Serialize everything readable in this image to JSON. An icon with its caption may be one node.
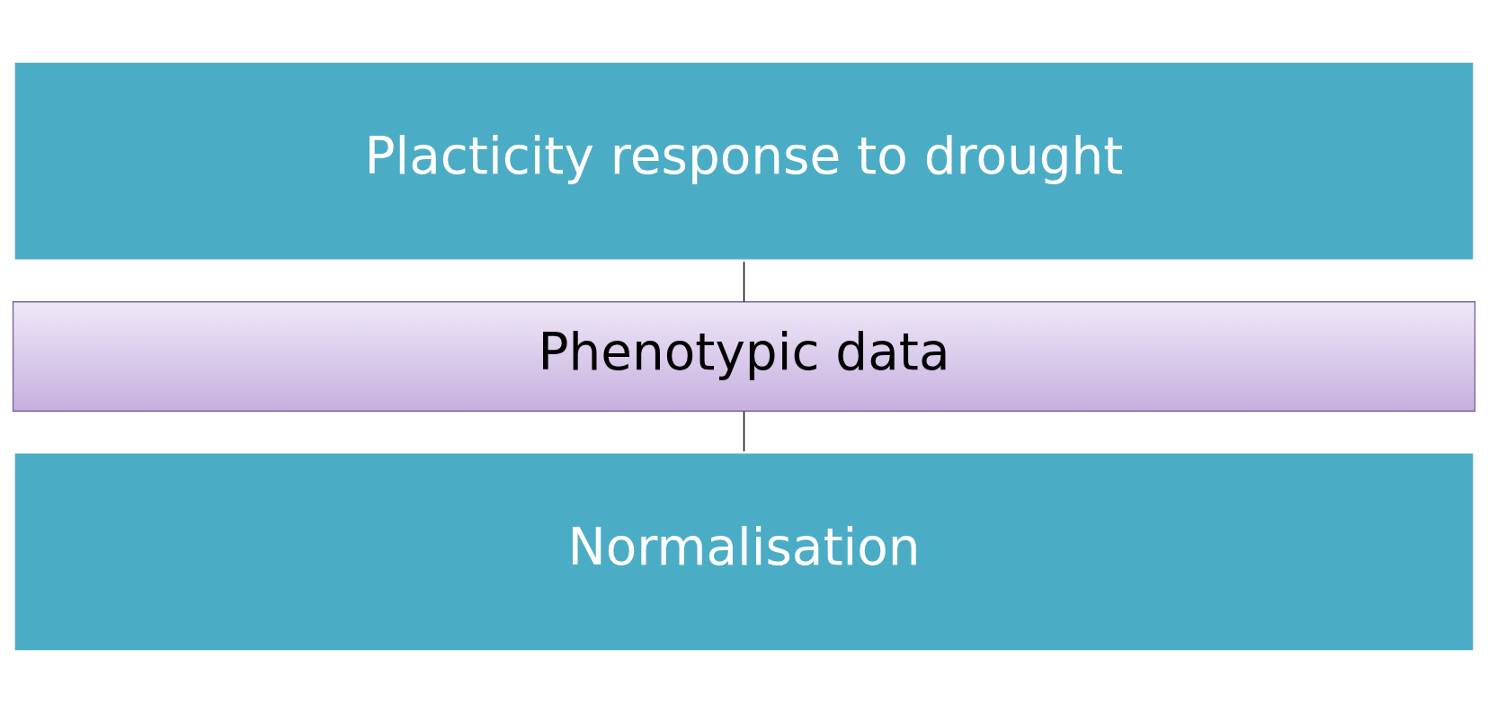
{
  "diagram": {
    "nodes": [
      {
        "text": [
          "Placticity response to drought"
        ]
      },
      {
        "text": [
          "Phenotypic data"
        ]
      },
      {
        "text": [
          "Normalisation"
        ]
      }
    ],
    "edges": [
      {
        "from": 0,
        "to": 1,
        "arrow": "none"
      },
      {
        "from": 1,
        "to": 2,
        "arrow": "none"
      }
    ]
  }
}
